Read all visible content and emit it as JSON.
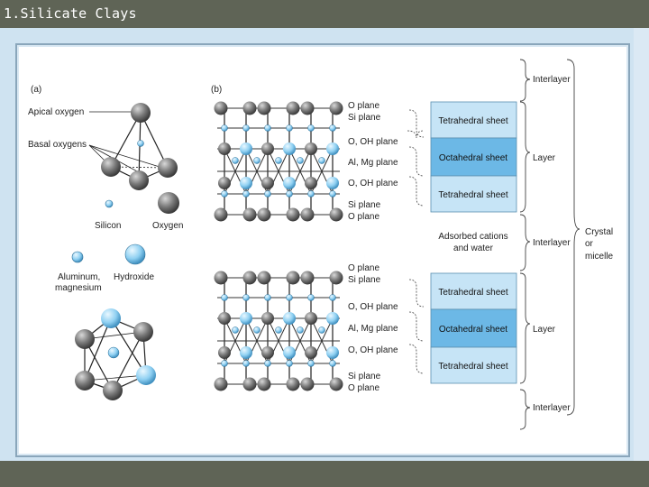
{
  "slide": {
    "title": "1.Silicate Clays"
  },
  "diagram": {
    "panel_a": {
      "label": "(a)",
      "apical_oxygen": "Apical oxygen",
      "basal_oxygens": "Basal oxygens",
      "silicon": "Silicon",
      "oxygen": "Oxygen",
      "aluminum_magnesium_line1": "Aluminum,",
      "aluminum_magnesium_line2": "magnesium",
      "hydroxide": "Hydroxide"
    },
    "panel_b": {
      "label": "(b)",
      "planes_top": [
        "O plane",
        "Si plane",
        "O, OH plane",
        "Al, Mg plane",
        "O, OH plane",
        "Si plane",
        "O plane"
      ],
      "planes_bottom": [
        "O plane",
        "Si plane",
        "O, OH plane",
        "Al, Mg plane",
        "O, OH plane",
        "Si plane",
        "O plane"
      ]
    },
    "sheets_top": [
      "Tetrahedral sheet",
      "Octahedral sheet",
      "Tetrahedral sheet"
    ],
    "sheets_bottom": [
      "Tetrahedral sheet",
      "Octahedral sheet",
      "Tetrahedral sheet"
    ],
    "adsorbed_line1": "Adsorbed cations",
    "adsorbed_line2": "and water",
    "right_labels": {
      "interlayer_top": "Interlayer",
      "layer_top": "Layer",
      "interlayer_mid": "Interlayer",
      "layer_bottom": "Layer",
      "interlayer_bottom": "Interlayer"
    },
    "crystal_label_line1": "Crystal",
    "crystal_label_line2": "or",
    "crystal_label_line3": "micelle",
    "colors": {
      "sheet_light": "#c6e4f6",
      "sheet_dark": "#6cb8e6",
      "atom_grey": "#6e6e6e",
      "atom_blue": "#8fd0f2"
    }
  }
}
